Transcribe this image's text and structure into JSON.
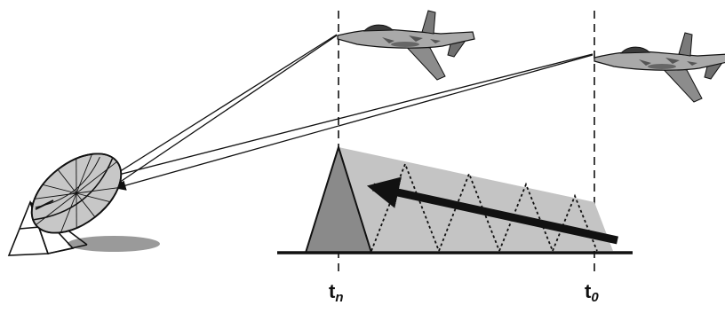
{
  "labels": {
    "t_n": {
      "base": "t",
      "sub": "n"
    },
    "t_0": {
      "base": "t",
      "sub": "0"
    }
  },
  "objects": {
    "aircraft": "fighter-jet-icon",
    "antenna": "radar-dish-icon"
  },
  "colors": {
    "ink": "#111111",
    "light_shade": "#c4c4c4",
    "dark_shade": "#8a8a8a",
    "ground_shadow": "#9a9a9a"
  }
}
